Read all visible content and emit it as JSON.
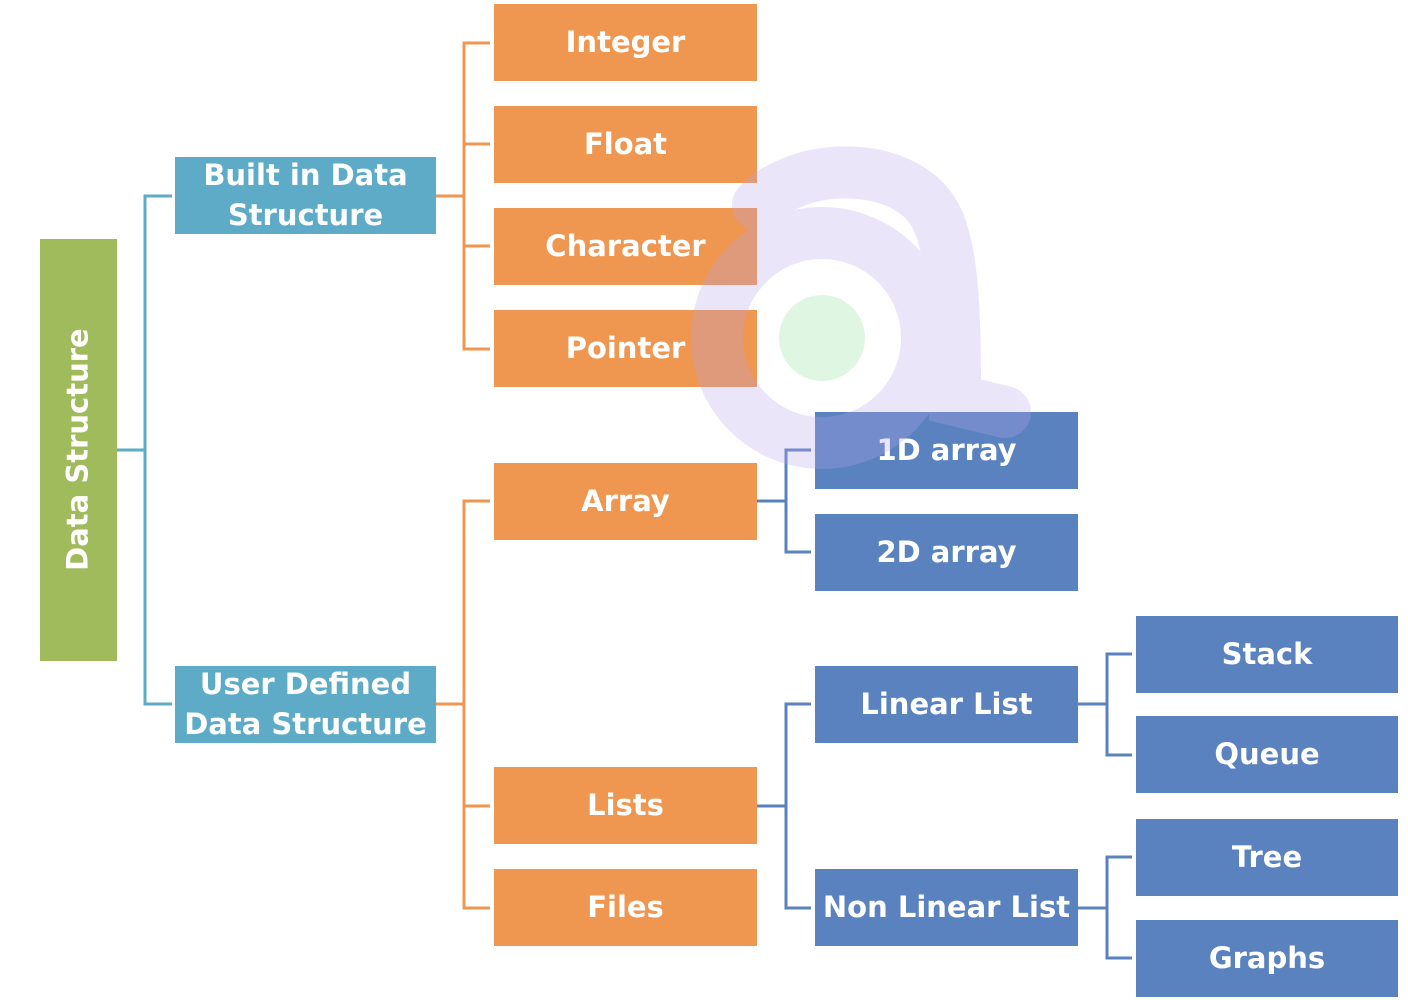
{
  "root": {
    "label": "Data Structure"
  },
  "built_in": {
    "label_line1": "Built in Data",
    "label_line2": "Structure",
    "children": [
      "Integer",
      "Float",
      "Character",
      "Pointer"
    ]
  },
  "user_defined": {
    "label_line1": "User Defined",
    "label_line2": "Data Structure",
    "children": [
      "Array",
      "Lists",
      "Files"
    ]
  },
  "array_children": [
    "1D array",
    "2D array"
  ],
  "lists_children": [
    "Linear List",
    "Non Linear List"
  ],
  "linear_children": [
    "Stack",
    "Queue"
  ],
  "nonlinear_children": [
    "Tree",
    "Graphs"
  ],
  "colors": {
    "root": "#a0bb5c",
    "level1": "#5dabc6",
    "level2": "#ef9650",
    "level3": "#5a82bf",
    "teal_line": "#5dabc6",
    "orange_line": "#ef9650",
    "blue_line": "#5a82bf",
    "watermark": "#b9a6ec"
  }
}
